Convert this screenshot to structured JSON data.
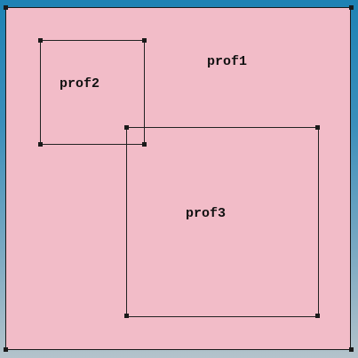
{
  "regions": [
    {
      "id": "prof1",
      "label": "prof1",
      "fill": "#f2bcc8"
    },
    {
      "id": "prof2",
      "label": "prof2",
      "fill": "transparent"
    },
    {
      "id": "prof3",
      "label": "prof3",
      "fill": "transparent"
    }
  ],
  "colors": {
    "background_top": "#1e82b4",
    "background_bottom": "#b4c3cb",
    "border": "#222222",
    "handle": "#1a1a1a"
  }
}
